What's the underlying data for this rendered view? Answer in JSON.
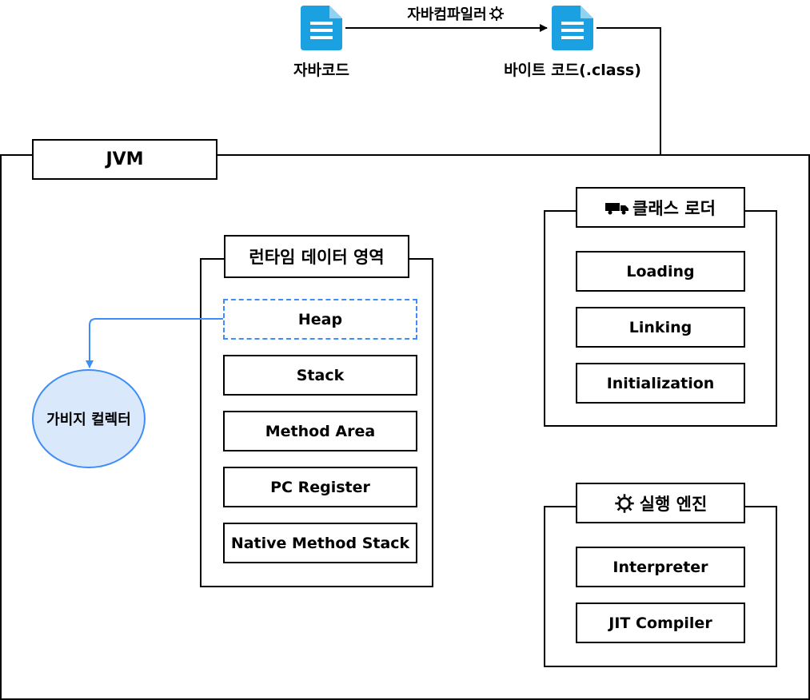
{
  "top": {
    "source_label": "자바코드",
    "bytecode_label": "바이트 코드(.class)",
    "compiler_label": "자바컴파일러"
  },
  "jvm": {
    "title": "JVM"
  },
  "runtime": {
    "title": "런타임 데이터 영역",
    "items": [
      "Heap",
      "Stack",
      "Method Area",
      "PC Register",
      "Native Method Stack"
    ]
  },
  "classloader": {
    "title": "클래스 로더",
    "items": [
      "Loading",
      "Linking",
      "Initialization"
    ]
  },
  "engine": {
    "title": "실행 엔진",
    "items": [
      "Interpreter",
      "JIT Compiler"
    ]
  },
  "gc": {
    "label": "가비지 컬렉터"
  },
  "colors": {
    "accent": "#1ba1e2",
    "heap_dash": "#3d8ef8",
    "gc_fill": "#dae8fc"
  }
}
